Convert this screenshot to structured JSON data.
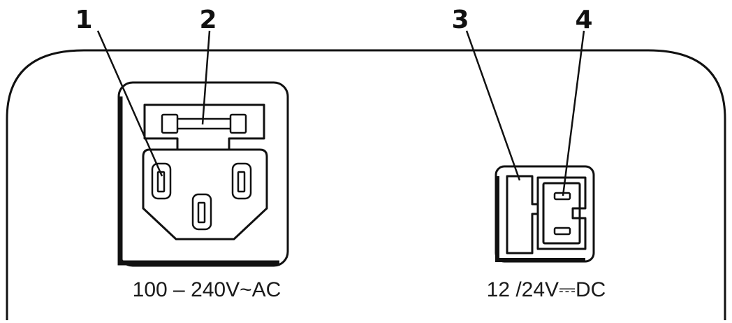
{
  "callouts": {
    "c1": "1",
    "c2": "2",
    "c3": "3",
    "c4": "4"
  },
  "labels": {
    "ac_rating": "100 – 240V~AC",
    "dc_rating": "12 /24V⎓DC"
  },
  "colors": {
    "stroke": "#111111",
    "background": "#ffffff"
  }
}
